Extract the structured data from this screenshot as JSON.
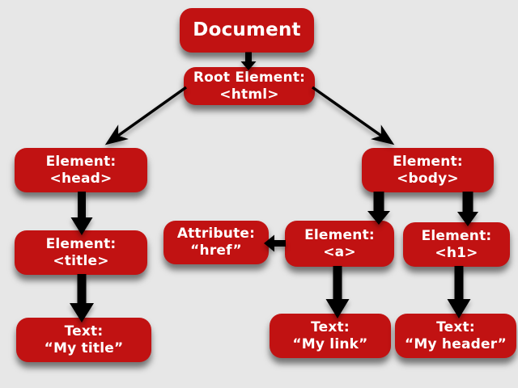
{
  "diagram": {
    "description": "DOM tree of an HTML document",
    "type": "tree-diagram"
  },
  "colors": {
    "box": "#c11212",
    "background": "#e7e7e7",
    "text": "#ffffff",
    "arrow": "#000000"
  },
  "nodes": {
    "document": {
      "line1": "Document",
      "line2": ""
    },
    "root": {
      "line1": "Root Element:",
      "line2": "<html>"
    },
    "head": {
      "line1": "Element:",
      "line2": "<head>"
    },
    "title_el": {
      "line1": "Element:",
      "line2": "<title>"
    },
    "text_title": {
      "line1": "Text:",
      "line2": "“My title”"
    },
    "attr_href": {
      "line1": "Attribute:",
      "line2": "“href”"
    },
    "a_el": {
      "line1": "Element:",
      "line2": "<a>"
    },
    "body_el": {
      "line1": "Element:",
      "line2": "<body>"
    },
    "h1_el": {
      "line1": "Element:",
      "line2": "<h1>"
    },
    "text_link": {
      "line1": "Text:",
      "line2": "“My link”"
    },
    "text_header": {
      "line1": "Text:",
      "line2": "“My header”"
    }
  },
  "edges": [
    {
      "from": "document",
      "to": "root"
    },
    {
      "from": "root",
      "to": "head"
    },
    {
      "from": "root",
      "to": "body_el"
    },
    {
      "from": "head",
      "to": "title_el"
    },
    {
      "from": "title_el",
      "to": "text_title"
    },
    {
      "from": "body_el",
      "to": "a_el"
    },
    {
      "from": "body_el",
      "to": "h1_el"
    },
    {
      "from": "a_el",
      "to": "attr_href"
    },
    {
      "from": "a_el",
      "to": "text_link"
    },
    {
      "from": "h1_el",
      "to": "text_header"
    }
  ]
}
